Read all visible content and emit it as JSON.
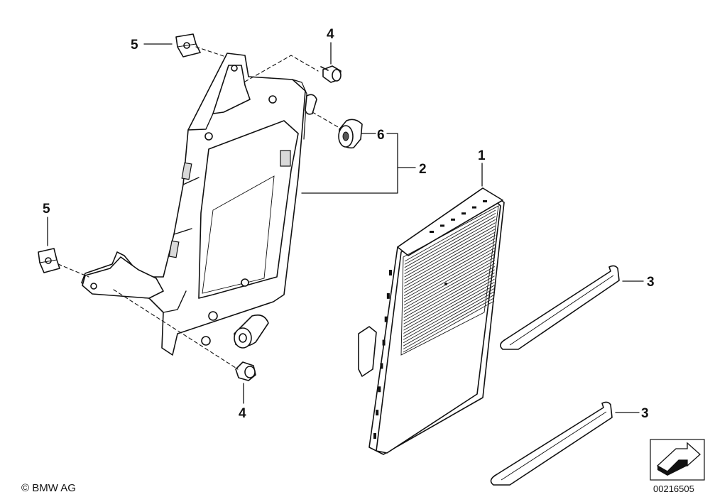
{
  "callouts": {
    "c1": "1",
    "c2": "2",
    "c3a": "3",
    "c3b": "3",
    "c4a": "4",
    "c4b": "4",
    "c5a": "5",
    "c5b": "5",
    "c6": "6"
  },
  "footer": {
    "copyright": "© BMW AG",
    "diagram_number": "00216505"
  },
  "icons": {
    "orientation": "arrow-box-icon"
  }
}
